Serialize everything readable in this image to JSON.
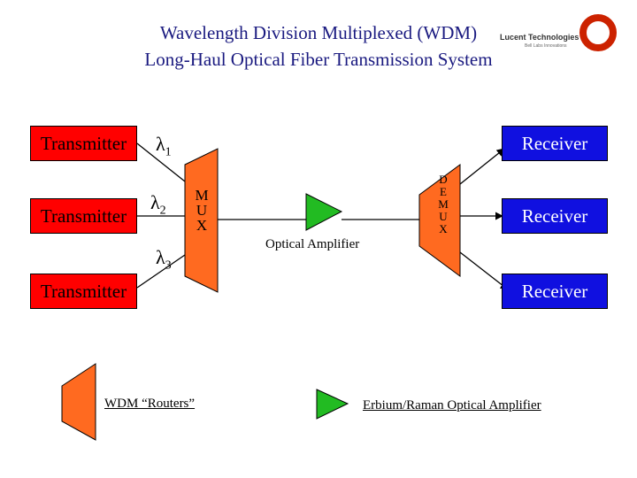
{
  "title": {
    "line1": "Wavelength Division Multiplexed (WDM)",
    "line2": "Long-Haul Optical Fiber Transmission System"
  },
  "logo": {
    "name": "Lucent Technologies",
    "tagline": "Bell Labs Innovations",
    "color": "#cc2200"
  },
  "transmitters": [
    {
      "label": "Transmitter"
    },
    {
      "label": "Transmitter"
    },
    {
      "label": "Transmitter"
    }
  ],
  "receivers": [
    {
      "label": "Receiver"
    },
    {
      "label": "Receiver"
    },
    {
      "label": "Receiver"
    }
  ],
  "wavelengths": [
    {
      "symbol": "λ",
      "index": "1"
    },
    {
      "symbol": "λ",
      "index": "2"
    },
    {
      "symbol": "λ",
      "index": "3"
    }
  ],
  "mux": {
    "letters": [
      "M",
      "U",
      "X"
    ],
    "color": "#ff6a20"
  },
  "demux": {
    "letters": [
      "D",
      "E",
      "M",
      "U",
      "X"
    ],
    "color": "#ff6a20"
  },
  "amplifier": {
    "label": "Optical Amplifier",
    "color": "#22bb22"
  },
  "legend": {
    "router_label": "WDM “Routers”",
    "amplifier_label": "Erbium/Raman Optical Amplifier"
  },
  "colors": {
    "transmitter": "#ff0000",
    "receiver": "#1010e0",
    "title": "#1a1a80"
  }
}
